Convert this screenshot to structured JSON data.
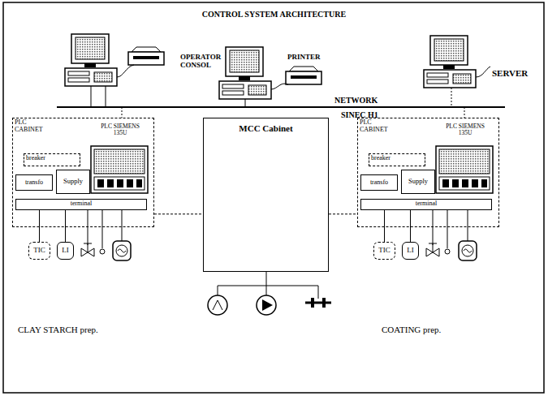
{
  "diagram": {
    "title": "CONTROL SYSTEM ARCHITECTURE",
    "nodes": [
      {
        "text": [
          "PLC CABINET"
        ]
      },
      {
        "text": [
          "PLC SIEMENS 135U"
        ],
        "in": 0
      },
      {
        "text": [
          "breaker"
        ],
        "in": 0
      },
      {
        "text": [
          "transfo"
        ],
        "in": 0
      },
      {
        "text": [
          "Supply"
        ],
        "in": 0
      },
      {
        "text": [
          "terminal"
        ],
        "in": 0
      },
      {
        "text": [
          "MCC Cabinet"
        ]
      },
      {
        "text": [
          "PLC CABINET"
        ]
      },
      {
        "text": [
          "PLC SIEMENS 135U"
        ],
        "in": 7
      },
      {
        "text": [
          "breaker"
        ],
        "in": 7
      },
      {
        "text": [
          "transfo"
        ],
        "in": 7
      },
      {
        "text": [
          "Supply"
        ],
        "in": 7
      },
      {
        "text": [
          "terminal"
        ],
        "in": 7
      },
      {
        "text": [
          "TIC"
        ]
      },
      {
        "text": [
          "LI"
        ]
      },
      {
        "text": [
          "TIC"
        ]
      },
      {
        "text": [
          "LI"
        ]
      }
    ],
    "edges": [
      {
        "from": 5,
        "to": 13,
        "arrow": "none"
      },
      {
        "from": 5,
        "to": 14,
        "arrow": "none"
      },
      {
        "from": 12,
        "to": 15,
        "arrow": "none"
      },
      {
        "from": 12,
        "to": 16,
        "arrow": "none"
      },
      {
        "from": 0,
        "to": 6,
        "arrow": "none"
      },
      {
        "from": 6,
        "to": 7,
        "arrow": "none"
      }
    ],
    "labels": [
      "OPERATOR CONSOL",
      "PRINTER",
      "SERVER",
      "NETWORK",
      "SINEC H1",
      "CLAY STARCH prep.",
      "COATING prep."
    ]
  }
}
